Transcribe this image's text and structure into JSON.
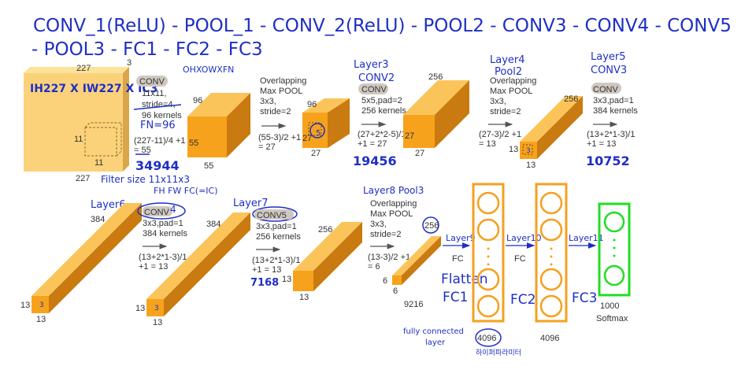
{
  "colors": {
    "box_front": "#f7a21c",
    "box_top": "#fbc45a",
    "box_side": "#c97a10",
    "input_front": "#fbd27a",
    "input_side": "#d9a64a",
    "ink": "#1f2fc4",
    "fc_border": "#f5a020",
    "softmax_border": "#22dd22",
    "highlight": "#cfc8c0"
  },
  "handwriting": {
    "title_line1": "CONV_1(ReLU) - POOL_1 - CONV_2(ReLU) - POOL2 - CONV3 - CONV4 - CONV5",
    "title_line2": "- POOL3 - FC1 - FC2 - FC3",
    "input_dims": "IH227 X IW227 X IC3",
    "fn96": "FN=96",
    "num_34944": "34944",
    "filter_size": "Filter size 11x11x3",
    "fh_fw": "FH FW FC(=IC)",
    "ohowfn": "OHXOWXFN",
    "layer3": "Layer3",
    "conv2": "CONV2",
    "num_19456": "19456",
    "layer4": "Layer4",
    "pool2": "Pool2",
    "layer5": "Layer5",
    "conv3": "CONV3",
    "num_10752": "10752",
    "layer6": "Layer6",
    "layer7": "Layer7",
    "num_7168": "7168",
    "layer8": "Layer8 Pool3",
    "layer9": "Layer9",
    "layer10": "Layer10",
    "layer11": "Layer11",
    "flatten": "Flatten",
    "fc1": "FC1",
    "fc2": "FC2",
    "fc3": "FC3",
    "fully_connected": "fully connected",
    "layer_word": "layer",
    "ohlabel": "하이퍼파라미터"
  },
  "top_row": {
    "input_w": "227",
    "input_c": "3",
    "input_h": "227",
    "input_kernel": "11",
    "input_kernel_depth": "11",
    "conv1_label": "CONV",
    "conv1_l1": "11x11,",
    "conv1_l2": "stride=4,",
    "conv1_l3": "96 kernels",
    "conv1_formula": "(227-11)/4 +1",
    "conv1_result": "= 55",
    "box1_depth": "96",
    "box1_h": "55",
    "box1_w": "55",
    "pool1_l1": "Overlapping",
    "pool1_l2a": "Max ",
    "pool1_l2b": "POOL",
    "pool1_l3": "3x3,",
    "pool1_l4": "stride=2",
    "pool1_formula": "(55-3)/2 +1",
    "pool1_result": "= 27",
    "box2_depth": "96",
    "box2_kernel": "5",
    "box2_h": "27",
    "box2_w": "27",
    "conv2_label": "CONV",
    "conv2_l1": "5x5,pad=2",
    "conv2_l2": "256 kernels",
    "conv2_formula": "(27+2*2-5)/1",
    "conv2_result": "+1  = 27",
    "box3_depth": "256",
    "box3_h": "27",
    "box3_w": "27",
    "pool2_l1": "Overlapping",
    "pool2_l2a": "Max ",
    "pool2_l2b": "POOL",
    "pool2_l3": "3x3,",
    "pool2_l4": "stride=2",
    "pool2_formula": "(27-3)/2 +1",
    "pool2_result": "= 13",
    "box4_depth": "256",
    "box4_h": "13",
    "box4_w": "13",
    "box4_kernel": "3",
    "conv3_label": "CONV",
    "conv3_l1": "3x3,pad=1",
    "conv3_l2": "384 kernels",
    "conv3_formula": "(13+2*1-3)/1",
    "conv3_result": "+1  = 13"
  },
  "bottom_row": {
    "box5_depth": "384",
    "box5_h": "13",
    "box5_w": "13",
    "box5_kernel": "3",
    "conv4_label": "CONV",
    "conv4_num": "4",
    "conv4_l1": "3x3,pad=1",
    "conv4_l2": "384 kernels",
    "conv4_formula": "(13+2*1-3)/1",
    "conv4_result": "+1  = 13",
    "box6_depth": "384",
    "box6_h": "13",
    "box6_w": "13",
    "box6_kernel": "3",
    "conv5_label": "CONV5",
    "conv5_l1": "3x3,pad=1",
    "conv5_l2": "256 kernels",
    "conv5_formula": "(13+2*1-3)/1",
    "conv5_result": "+1  = 13",
    "box7_depth": "256",
    "box7_h": "13",
    "box7_w": "13",
    "pool3_l1": "Overlapping",
    "pool3_l2a": "Max ",
    "pool3_l2b": "POOL",
    "pool3_l3": "3x3,",
    "pool3_l4": "stride=2",
    "pool3_formula": "(13-3)/2 +1",
    "pool3_result": "= 6",
    "box8_depth": "256",
    "box8_h": "6",
    "box8_w": "6",
    "flat_count": "9216",
    "fc_label1": "FC",
    "fc_label2": "FC",
    "fc1_size": "4096",
    "fc2_size": "4096",
    "softmax_size": "1000",
    "softmax_label": "Softmax"
  }
}
